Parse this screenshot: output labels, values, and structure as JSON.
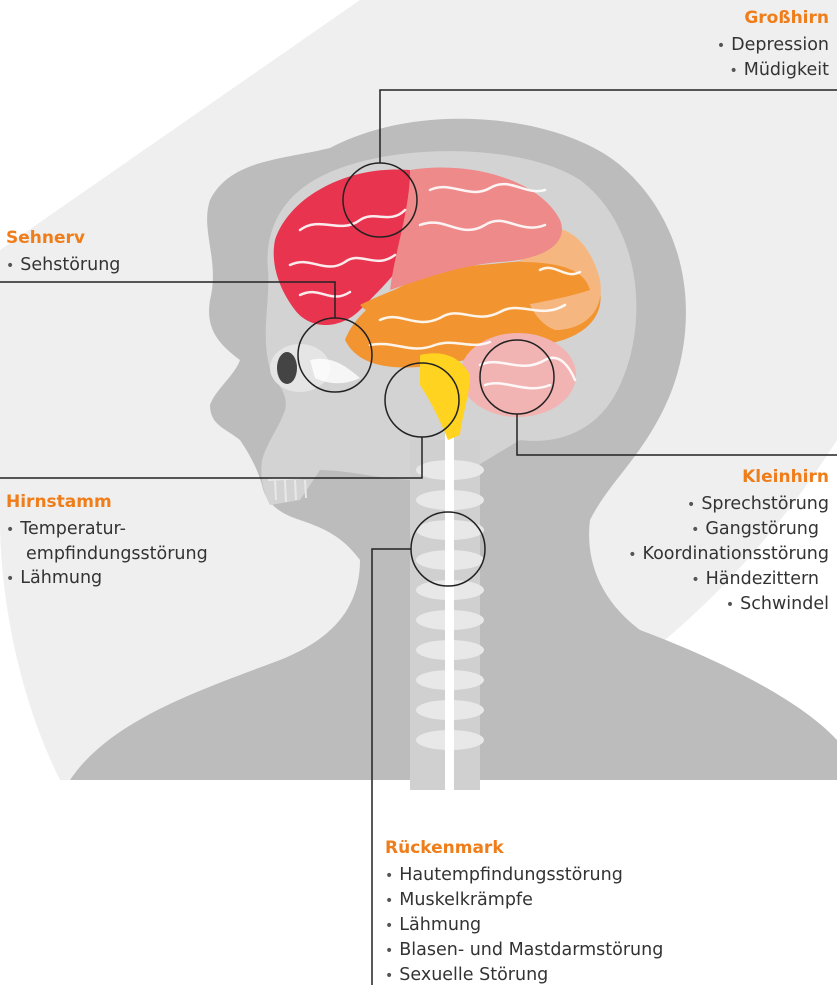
{
  "colors": {
    "heading": "#ef7d1a",
    "text": "#333333",
    "background_shape": "#efefef",
    "head": "#bdbdbd",
    "lobe_red": "#e8344e",
    "lobe_pink": "#ef8a8a",
    "lobe_orange": "#f29430",
    "lobe_peach": "#f5b77f",
    "cerebellum": "#f2b3b3",
    "brainstem": "#ffd320"
  },
  "labels": {
    "grosshirn": {
      "title": "Großhirn",
      "items": [
        "Depression",
        "Müdigkeit"
      ]
    },
    "sehnerv": {
      "title": "Sehnerv",
      "items": [
        "Sehstörung"
      ]
    },
    "hirnstamm": {
      "title": "Hirnstamm",
      "item1_line1": "Temperatur-",
      "item1_line2": "empfindungsstörung",
      "item2": "Lähmung"
    },
    "kleinhirn": {
      "title": "Kleinhirn",
      "items": [
        "Sprechstörung",
        "Gangstörung",
        "Koordinationsstörung",
        "Händezittern",
        "Schwindel"
      ]
    },
    "rueckenmark": {
      "title": "Rückenmark",
      "items": [
        "Hautempfindungsstörung",
        "Muskelkrämpfe",
        "Lähmung",
        "Blasen- und Mastdarmstörung",
        "Sexuelle Störung"
      ]
    }
  }
}
